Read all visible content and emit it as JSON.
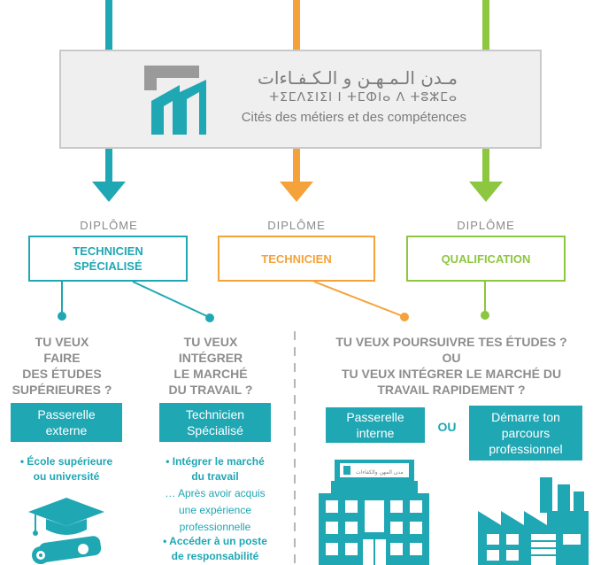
{
  "logo": {
    "arabic": "مـدن الـمـهـن و الـكـفـاءات",
    "tifinagh": "ⵜⵉⵎⴷⵉⵏⵉⵏ ⵏ ⵜⵎⵀⵏⴰ ⴷ ⵜⵓⵣⵎⴰ",
    "french": "Cités des métiers et des compétences"
  },
  "diplomas": [
    {
      "label": "DIPLÔME",
      "title": "TECHNICIEN\nSPÉCIALISÉ",
      "color": "#1fa7b4"
    },
    {
      "label": "DIPLÔME",
      "title": "TECHNICIEN",
      "color": "#f5a23a"
    },
    {
      "label": "DIPLÔME",
      "title": "QUALIFICATION",
      "color": "#8dc63f"
    }
  ],
  "questions": {
    "q1": "TU VEUX\nFAIRE\nDES ÉTUDES\nSUPÉRIEURES ?",
    "q2": "TU VEUX\nINTÉGRER\nLE MARCHÉ\nDU TRAVAIL ?",
    "q3": "TU VEUX POURSUIVRE TES ÉTUDES ?\nOU\nTU VEUX INTÉGRER LE MARCHÉ DU\nTRAVAIL RAPIDEMENT ?"
  },
  "buttons": {
    "passerelle_externe": "Passerelle\nexterne",
    "technicien_specialise": "Technicien\nSpécialisé",
    "passerelle_interne": "Passerelle\ninterne",
    "ou": "OU",
    "demarre": "Démarre ton\nparcours\nprofessionnel"
  },
  "details": {
    "ecole": "• École supérieure\nou université",
    "integrer": "• Intégrer le marché\ndu travail",
    "apres": "… Après avoir acquis\nune expérience\nprofessionnelle",
    "acceder": "• Accéder à un poste\nde responsabilité"
  },
  "building_sign": "مدن المهن والكفاءات",
  "icons": [
    "graduation-cap-icon",
    "diploma-scroll-icon",
    "school-building-icon",
    "factory-icon"
  ]
}
